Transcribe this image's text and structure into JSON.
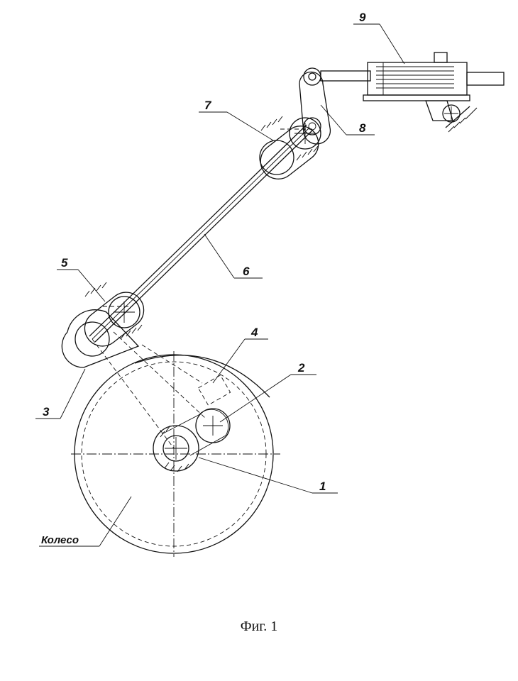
{
  "labels": {
    "l1": "1",
    "l2": "2",
    "l3": "3",
    "l4": "4",
    "l5": "5",
    "l6": "6",
    "l7": "7",
    "l8": "8",
    "l9": "9",
    "wheel": "Колесо"
  },
  "caption": "Фиг. 1"
}
